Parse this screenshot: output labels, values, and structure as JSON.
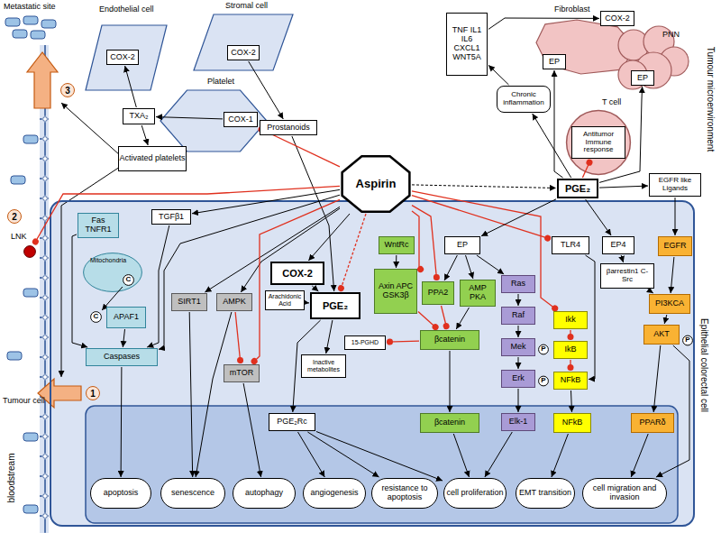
{
  "diagram": {
    "nodes": [
      {
        "text": [
          "Endothelial cell"
        ]
      },
      {
        "text": [
          "COX-2"
        ],
        "in": 0
      },
      {
        "text": [
          "Stromal cell"
        ]
      },
      {
        "text": [
          "COX-2"
        ],
        "in": 2
      },
      {
        "text": [
          "Platelet"
        ]
      },
      {
        "text": [
          "COX-1"
        ],
        "in": 4
      },
      {
        "text": [
          "TXA₂"
        ]
      },
      {
        "text": [
          "Prostanoids"
        ]
      },
      {
        "text": [
          "Activated platelets"
        ]
      },
      {
        "text": [
          "LNK"
        ]
      },
      {
        "text": [
          "Fibroblast"
        ]
      },
      {
        "text": [
          "EP"
        ],
        "in": 10
      },
      {
        "text": [
          "COX-2"
        ]
      },
      {
        "text": [
          "PNN"
        ]
      },
      {
        "text": [
          "EP"
        ],
        "in": 13
      },
      {
        "text": [
          "T cell"
        ]
      },
      {
        "text": [
          "Antitumor Immune response"
        ],
        "in": 15
      },
      {
        "text": [
          "TNF IL1 IL6 CXCL1 WNT5A"
        ]
      },
      {
        "text": [
          "Chronic inflammation"
        ]
      },
      {
        "text": [
          "Aspirin"
        ]
      },
      {
        "text": [
          "PGE₂"
        ]
      },
      {
        "text": [
          "EGFR like Ligands"
        ]
      },
      {
        "text": [
          "TGFβ1"
        ]
      },
      {
        "text": [
          "Epithelial colorectal cell"
        ]
      },
      {
        "text": [
          "Fas TNFR1"
        ],
        "in": 23
      },
      {
        "text": [
          "Mitochondria"
        ],
        "in": 23
      },
      {
        "text": [
          "C"
        ],
        "in": 25
      },
      {
        "text": [
          "APAF1"
        ],
        "in": 23
      },
      {
        "text": [
          "C"
        ],
        "in": 23
      },
      {
        "text": [
          "Caspases"
        ],
        "in": 23
      },
      {
        "text": [
          "SIRT1"
        ],
        "in": 23
      },
      {
        "text": [
          "AMPK"
        ],
        "in": 23
      },
      {
        "text": [
          "mTOR"
        ],
        "in": 23
      },
      {
        "text": [
          "COX-2"
        ],
        "in": 23
      },
      {
        "text": [
          "Arachidonic Acid"
        ],
        "in": 23
      },
      {
        "text": [
          "PGE₂"
        ],
        "in": 23
      },
      {
        "text": [
          "Inactive metabolites"
        ],
        "in": 23
      },
      {
        "text": [
          "15-PGHD"
        ],
        "in": 23
      },
      {
        "text": [
          "WntRc"
        ],
        "in": 23
      },
      {
        "text": [
          "Axin APC GSK3β"
        ],
        "in": 23
      },
      {
        "text": [
          "PPA2"
        ],
        "in": 23
      },
      {
        "text": [
          "AMP PKA"
        ],
        "in": 23
      },
      {
        "text": [
          "βcatenin"
        ],
        "in": 23
      },
      {
        "text": [
          "EP"
        ],
        "in": 23
      },
      {
        "text": [
          "Ras"
        ],
        "in": 23
      },
      {
        "text": [
          "Raf"
        ],
        "in": 23
      },
      {
        "text": [
          "Mek"
        ],
        "in": 23
      },
      {
        "text": [
          "P"
        ],
        "in": 23
      },
      {
        "text": [
          "Erk"
        ],
        "in": 23
      },
      {
        "text": [
          "P"
        ],
        "in": 23
      },
      {
        "text": [
          "TLR4"
        ],
        "in": 23
      },
      {
        "text": [
          "Ikk"
        ],
        "in": 23
      },
      {
        "text": [
          "IkB"
        ],
        "in": 23
      },
      {
        "text": [
          "NFkB"
        ],
        "in": 23
      },
      {
        "text": [
          "EP4"
        ],
        "in": 23
      },
      {
        "text": [
          "βarrestin1 C-Src"
        ],
        "in": 23
      },
      {
        "text": [
          "EGFR"
        ],
        "in": 23
      },
      {
        "text": [
          "PI3KCA"
        ],
        "in": 23
      },
      {
        "text": [
          "AKT"
        ],
        "in": 23
      },
      {
        "text": [
          "P"
        ],
        "in": 23
      },
      {
        "text": [
          "PGE₂Rc"
        ],
        "in": 23
      },
      {
        "text": [
          "βcatenin"
        ],
        "in": 23
      },
      {
        "text": [
          "Elk-1"
        ],
        "in": 23
      },
      {
        "text": [
          "NFkB"
        ],
        "in": 23
      },
      {
        "text": [
          "PPARδ"
        ],
        "in": 23
      },
      {
        "text": [
          "apoptosis"
        ],
        "in": 23
      },
      {
        "text": [
          "senescence"
        ],
        "in": 23
      },
      {
        "text": [
          "autophagy"
        ],
        "in": 23
      },
      {
        "text": [
          "angiogenesis"
        ],
        "in": 23
      },
      {
        "text": [
          "resistance to apoptosis"
        ],
        "in": 23
      },
      {
        "text": [
          "cell proliferation"
        ],
        "in": 23
      },
      {
        "text": [
          "EMT transition"
        ],
        "in": 23
      },
      {
        "text": [
          "cell migration and invasion"
        ],
        "in": 23
      }
    ],
    "edges": [
      {
        "from": 5,
        "to": 6,
        "arrow": "to"
      },
      {
        "from": 6,
        "to": 1,
        "arrow": "to"
      },
      {
        "from": 6,
        "to": 8,
        "arrow": "to"
      },
      {
        "from": 3,
        "to": 7,
        "arrow": "to"
      },
      {
        "from": 7,
        "to": 35,
        "arrow": "to"
      },
      {
        "from": 19,
        "to": 5,
        "arrow": "to"
      },
      {
        "from": 19,
        "to": 9,
        "arrow": "to"
      },
      {
        "from": 19,
        "to": 22,
        "arrow": "to"
      },
      {
        "from": 19,
        "to": 29,
        "arrow": "to"
      },
      {
        "from": 19,
        "to": 30,
        "arrow": "to"
      },
      {
        "from": 19,
        "to": 31,
        "arrow": "to"
      },
      {
        "from": 19,
        "to": 32,
        "arrow": "to"
      },
      {
        "from": 19,
        "to": 33,
        "arrow": "to"
      },
      {
        "from": 19,
        "to": 35,
        "arrow": "to"
      },
      {
        "from": 19,
        "to": 39,
        "arrow": "to"
      },
      {
        "from": 19,
        "to": 40,
        "arrow": "to"
      },
      {
        "from": 19,
        "to": 50,
        "arrow": "to"
      },
      {
        "from": 19,
        "to": 51,
        "arrow": "to"
      },
      {
        "from": 19,
        "to": 20,
        "arrow": "to"
      },
      {
        "from": 20,
        "to": 11,
        "arrow": "to"
      },
      {
        "from": 20,
        "to": 14,
        "arrow": "to"
      },
      {
        "from": 20,
        "to": 16,
        "arrow": "to"
      },
      {
        "from": 20,
        "to": 18,
        "arrow": "to"
      },
      {
        "from": 18,
        "to": 17,
        "arrow": "to"
      },
      {
        "from": 17,
        "to": 12,
        "arrow": "to"
      },
      {
        "from": 20,
        "to": 21,
        "arrow": "to"
      },
      {
        "from": 20,
        "to": 43,
        "arrow": "to"
      },
      {
        "from": 20,
        "to": 54,
        "arrow": "to"
      },
      {
        "from": 21,
        "to": 56,
        "arrow": "to"
      },
      {
        "from": 22,
        "to": 29,
        "arrow": "to"
      },
      {
        "from": 24,
        "to": 29,
        "arrow": "to"
      },
      {
        "from": 26,
        "to": 28,
        "arrow": "to"
      },
      {
        "from": 27,
        "to": 29,
        "arrow": "to"
      },
      {
        "from": 29,
        "to": 65,
        "arrow": "to"
      },
      {
        "from": 30,
        "to": 66,
        "arrow": "to"
      },
      {
        "from": 31,
        "to": 66,
        "arrow": "to"
      },
      {
        "from": 31,
        "to": 32,
        "arrow": "to"
      },
      {
        "from": 32,
        "to": 67,
        "arrow": "to"
      },
      {
        "from": 34,
        "to": 35,
        "arrow": "to"
      },
      {
        "from": 33,
        "to": 35,
        "arrow": "to"
      },
      {
        "from": 35,
        "to": 36,
        "arrow": "to"
      },
      {
        "from": 35,
        "to": 60,
        "arrow": "to"
      },
      {
        "from": 42,
        "to": 37,
        "arrow": "to"
      },
      {
        "from": 38,
        "to": 39,
        "arrow": "to"
      },
      {
        "from": 39,
        "to": 42,
        "arrow": "to"
      },
      {
        "from": 40,
        "to": 42,
        "arrow": "to"
      },
      {
        "from": 41,
        "to": 42,
        "arrow": "to"
      },
      {
        "from": 43,
        "to": 40,
        "arrow": "to"
      },
      {
        "from": 43,
        "to": 41,
        "arrow": "to"
      },
      {
        "from": 43,
        "to": 44,
        "arrow": "to"
      },
      {
        "from": 44,
        "to": 45,
        "arrow": "to"
      },
      {
        "from": 45,
        "to": 46,
        "arrow": "to"
      },
      {
        "from": 46,
        "to": 48,
        "arrow": "to"
      },
      {
        "from": 48,
        "to": 62,
        "arrow": "to"
      },
      {
        "from": 50,
        "to": 53,
        "arrow": "to"
      },
      {
        "from": 51,
        "to": 52,
        "arrow": "to"
      },
      {
        "from": 52,
        "to": 53,
        "arrow": "to"
      },
      {
        "from": 53,
        "to": 63,
        "arrow": "to"
      },
      {
        "from": 54,
        "to": 55,
        "arrow": "to"
      },
      {
        "from": 55,
        "to": 57,
        "arrow": "to"
      },
      {
        "from": 56,
        "to": 57,
        "arrow": "to"
      },
      {
        "from": 57,
        "to": 58,
        "arrow": "to"
      },
      {
        "from": 58,
        "to": 64,
        "arrow": "to"
      },
      {
        "from": 58,
        "to": 72,
        "arrow": "to"
      },
      {
        "from": 42,
        "to": 61,
        "arrow": "to"
      },
      {
        "from": 60,
        "to": 68,
        "arrow": "to"
      },
      {
        "from": 60,
        "to": 69,
        "arrow": "to"
      },
      {
        "from": 60,
        "to": 70,
        "arrow": "to"
      },
      {
        "from": 61,
        "to": 70,
        "arrow": "to"
      },
      {
        "from": 62,
        "to": 70,
        "arrow": "to"
      },
      {
        "from": 63,
        "to": 71,
        "arrow": "to"
      },
      {
        "from": 64,
        "to": 72,
        "arrow": "to"
      }
    ],
    "labels": [
      "Metastatic site",
      "Tumour cell",
      "bloodstream",
      "Tumour microenvironment",
      "3",
      "2",
      "1"
    ]
  }
}
